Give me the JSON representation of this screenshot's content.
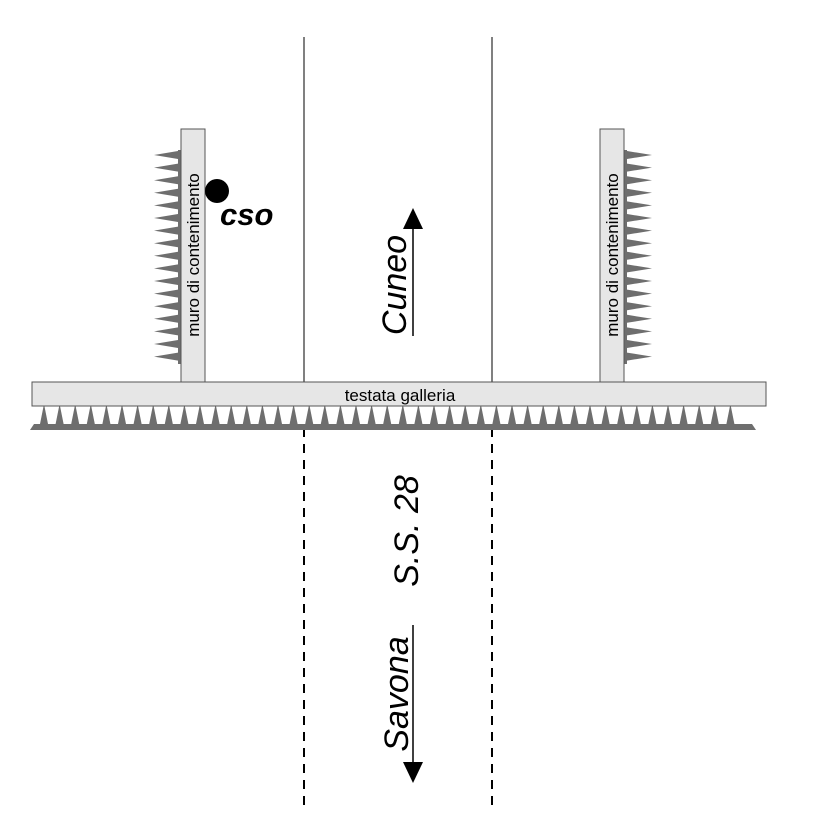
{
  "labels": {
    "wall_left": "muro di contenimento",
    "wall_right": "muro di contenimento",
    "portal": "testata galleria",
    "station": "cso",
    "direction_north": "Cuneo",
    "road": "S.S. 28",
    "direction_south": "Savona"
  },
  "colors": {
    "wall_fill": "#e6e6e6",
    "spike_fill": "#6e6e6e",
    "line": "#000000",
    "background": "#ffffff"
  },
  "icons": {
    "station_marker": "filled-circle-icon",
    "arrow_north": "arrow-up-icon",
    "arrow_south": "arrow-down-icon"
  }
}
